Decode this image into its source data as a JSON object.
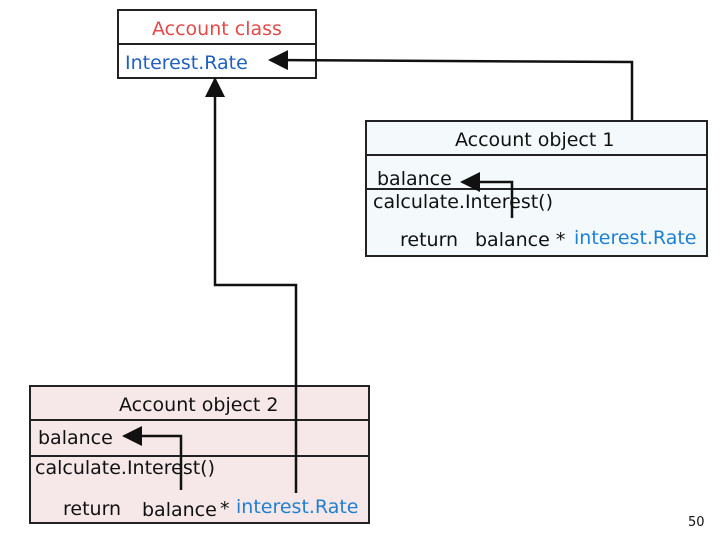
{
  "account_class": {
    "title": "Account class",
    "field": "Interest.Rate"
  },
  "object1": {
    "title": "Account object 1",
    "field": "balance",
    "method": "calculate.Interest()",
    "code_return": "return",
    "code_balance": "balance *",
    "code_rate": "interest.Rate"
  },
  "object2": {
    "title": "Account object 2",
    "field": "balance",
    "method": "calculate.Interest()",
    "code_return": "return",
    "code_balance": "balance",
    "code_op": "*",
    "code_rate": "interest.Rate"
  },
  "slide_number": "50",
  "colors": {
    "class_title": "#e24a4a",
    "class_field": "#1f5fbf",
    "rate_ref": "#1f7fd0",
    "object1_fill": "#f4fafc",
    "object2_fill": "#f6e8e8"
  }
}
